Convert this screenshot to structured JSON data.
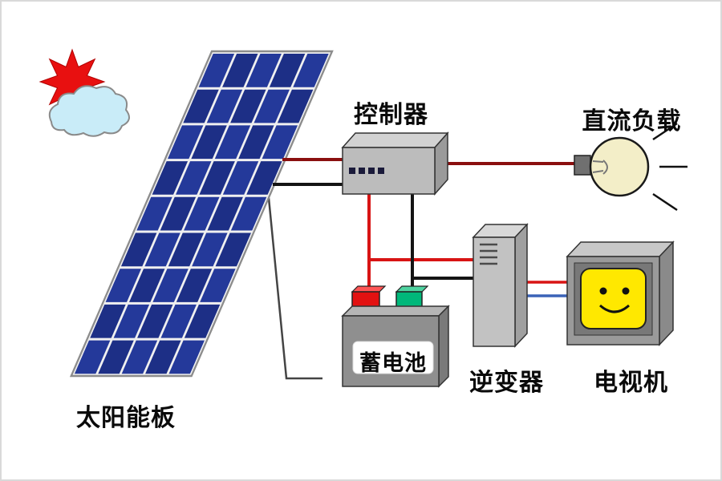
{
  "diagram": {
    "labels": {
      "solar_panel": "太阳能板",
      "controller": "控制器",
      "dc_load": "直流负载",
      "battery": "蓄电池",
      "inverter": "逆变器",
      "tv": "电视机"
    },
    "colors": {
      "wire_red_dark": "#8a0f0f",
      "wire_red": "#d81414",
      "wire_black": "#141414",
      "wire_blue": "#3b63b8",
      "panel_cell_a": "#1d2f86",
      "panel_cell_b": "#24399a",
      "sun": "#e81010",
      "cloud": "#c9ecf8",
      "device_gray": "#bcbcbc",
      "bulb": "#f3eec8",
      "screen_yellow": "#ffe800",
      "terminal_positive": "#e21111",
      "terminal_negative": "#00b87a"
    },
    "connections": [
      {
        "from": "solar_panel",
        "to": "controller",
        "wires": [
          "red",
          "black"
        ]
      },
      {
        "from": "controller",
        "to": "dc_load",
        "wires": [
          "red"
        ]
      },
      {
        "from": "controller",
        "to": "battery",
        "wires": [
          "red",
          "black"
        ]
      },
      {
        "from": "controller",
        "to": "inverter",
        "wires": [
          "red",
          "black"
        ]
      },
      {
        "from": "inverter",
        "to": "tv",
        "wires": [
          "red",
          "blue"
        ]
      }
    ]
  }
}
